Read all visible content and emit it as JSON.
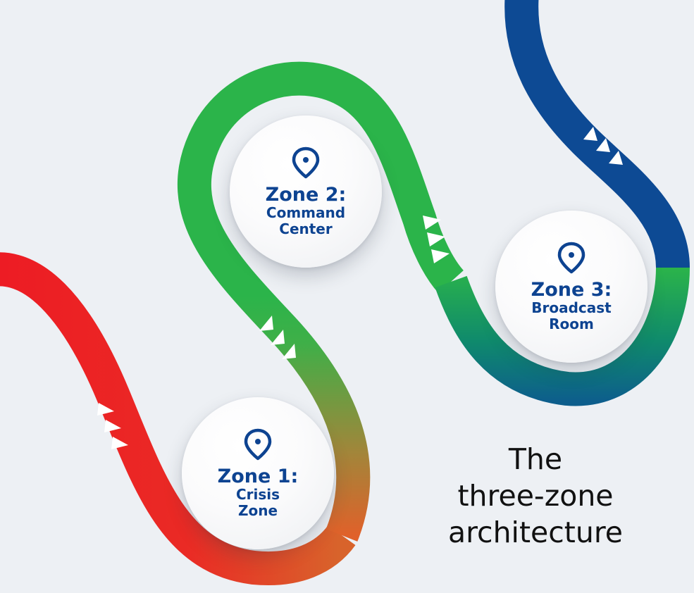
{
  "heading": {
    "line1": "The",
    "line2": "three-zone",
    "line3": "architecture"
  },
  "zones": [
    {
      "title": "Zone 1:",
      "name_line1": "Crisis",
      "name_line2": "Zone"
    },
    {
      "title": "Zone 2:",
      "name_line1": "Command",
      "name_line2": "Center"
    },
    {
      "title": "Zone 3:",
      "name_line1": "Broadcast",
      "name_line2": "Room"
    }
  ],
  "colors": {
    "background": "#edf0f4",
    "zone_text": "#0d4391",
    "path_red": "#ed1c24",
    "path_orange": "#e0612a",
    "path_green": "#2bb44a",
    "path_teal": "#0a7e82",
    "path_blue": "#0d4a94"
  },
  "icons": [
    "map-pin-icon",
    "direction-arrow-icon"
  ]
}
